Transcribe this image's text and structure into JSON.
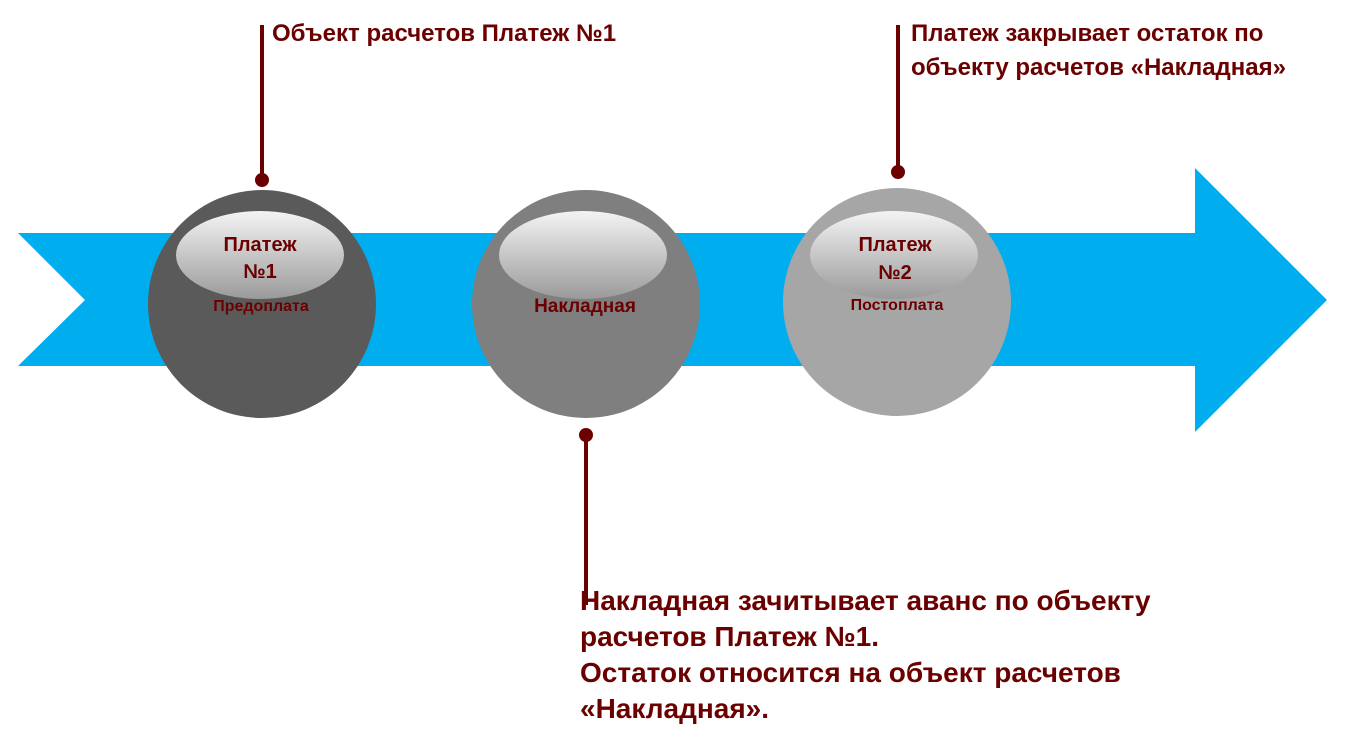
{
  "colors": {
    "arrow": "#00AEEF",
    "text": "#6B0000",
    "circle1": "#5A5A5A",
    "circle2": "#7F7F7F",
    "circle3": "#A6A6A6"
  },
  "nodes": [
    {
      "title_line1": "Платеж",
      "title_line2": "№1",
      "subtitle": "Предоплата"
    },
    {
      "title_line1": "",
      "title_line2": "",
      "subtitle": "Накладная"
    },
    {
      "title_line1": "Платеж",
      "title_line2": "№2",
      "subtitle": "Постоплата"
    }
  ],
  "callouts": {
    "c1": {
      "line1": "Объект расчетов Платеж №1"
    },
    "c2": {
      "line1": "Накладная зачитывает аванс по объекту",
      "line2": "расчетов Платеж №1.",
      "line3": "Остаток относится на объект расчетов",
      "line4": "«Накладная»."
    },
    "c3": {
      "line1": "Платеж закрывает остаток по",
      "line2": "объекту расчетов «Накладная»"
    }
  }
}
